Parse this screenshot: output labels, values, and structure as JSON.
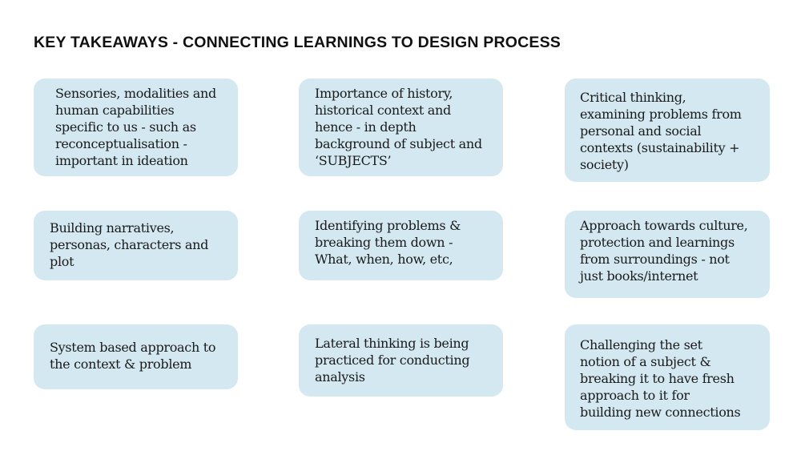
{
  "title": "KEY TAKEAWAYS - CONNECTING LEARNINGS TO DESIGN PROCESS",
  "cards": [
    "Sensories, modalities and\nhuman capabilities\nspecific to us - such as\nreconceptualisation -\nimportant in ideation",
    "Importance of history,\nhistorical context and\nhence - in depth\nbackground of subject and\n‘SUBJECTS’",
    "Critical thinking,\nexamining problems from\npersonal and social\ncontexts (sustainability +\nsociety)",
    "Building narratives,\npersonas, characters and\nplot",
    "Identifying problems &\nbreaking them down -\nWhat, when, how, etc,",
    "Approach towards culture,\nprotection and learnings\nfrom surroundings - not\njust books/internet",
    "System based approach to\nthe context & problem",
    "Lateral thinking is being\npracticed for conducting\nanalysis",
    "Challenging the set\nnotion of a subject &\nbreaking it to have fresh\napproach to it for\nbuilding new connections"
  ],
  "colors": {
    "card": "#d3e8f0",
    "text": "#1a1a1a"
  }
}
